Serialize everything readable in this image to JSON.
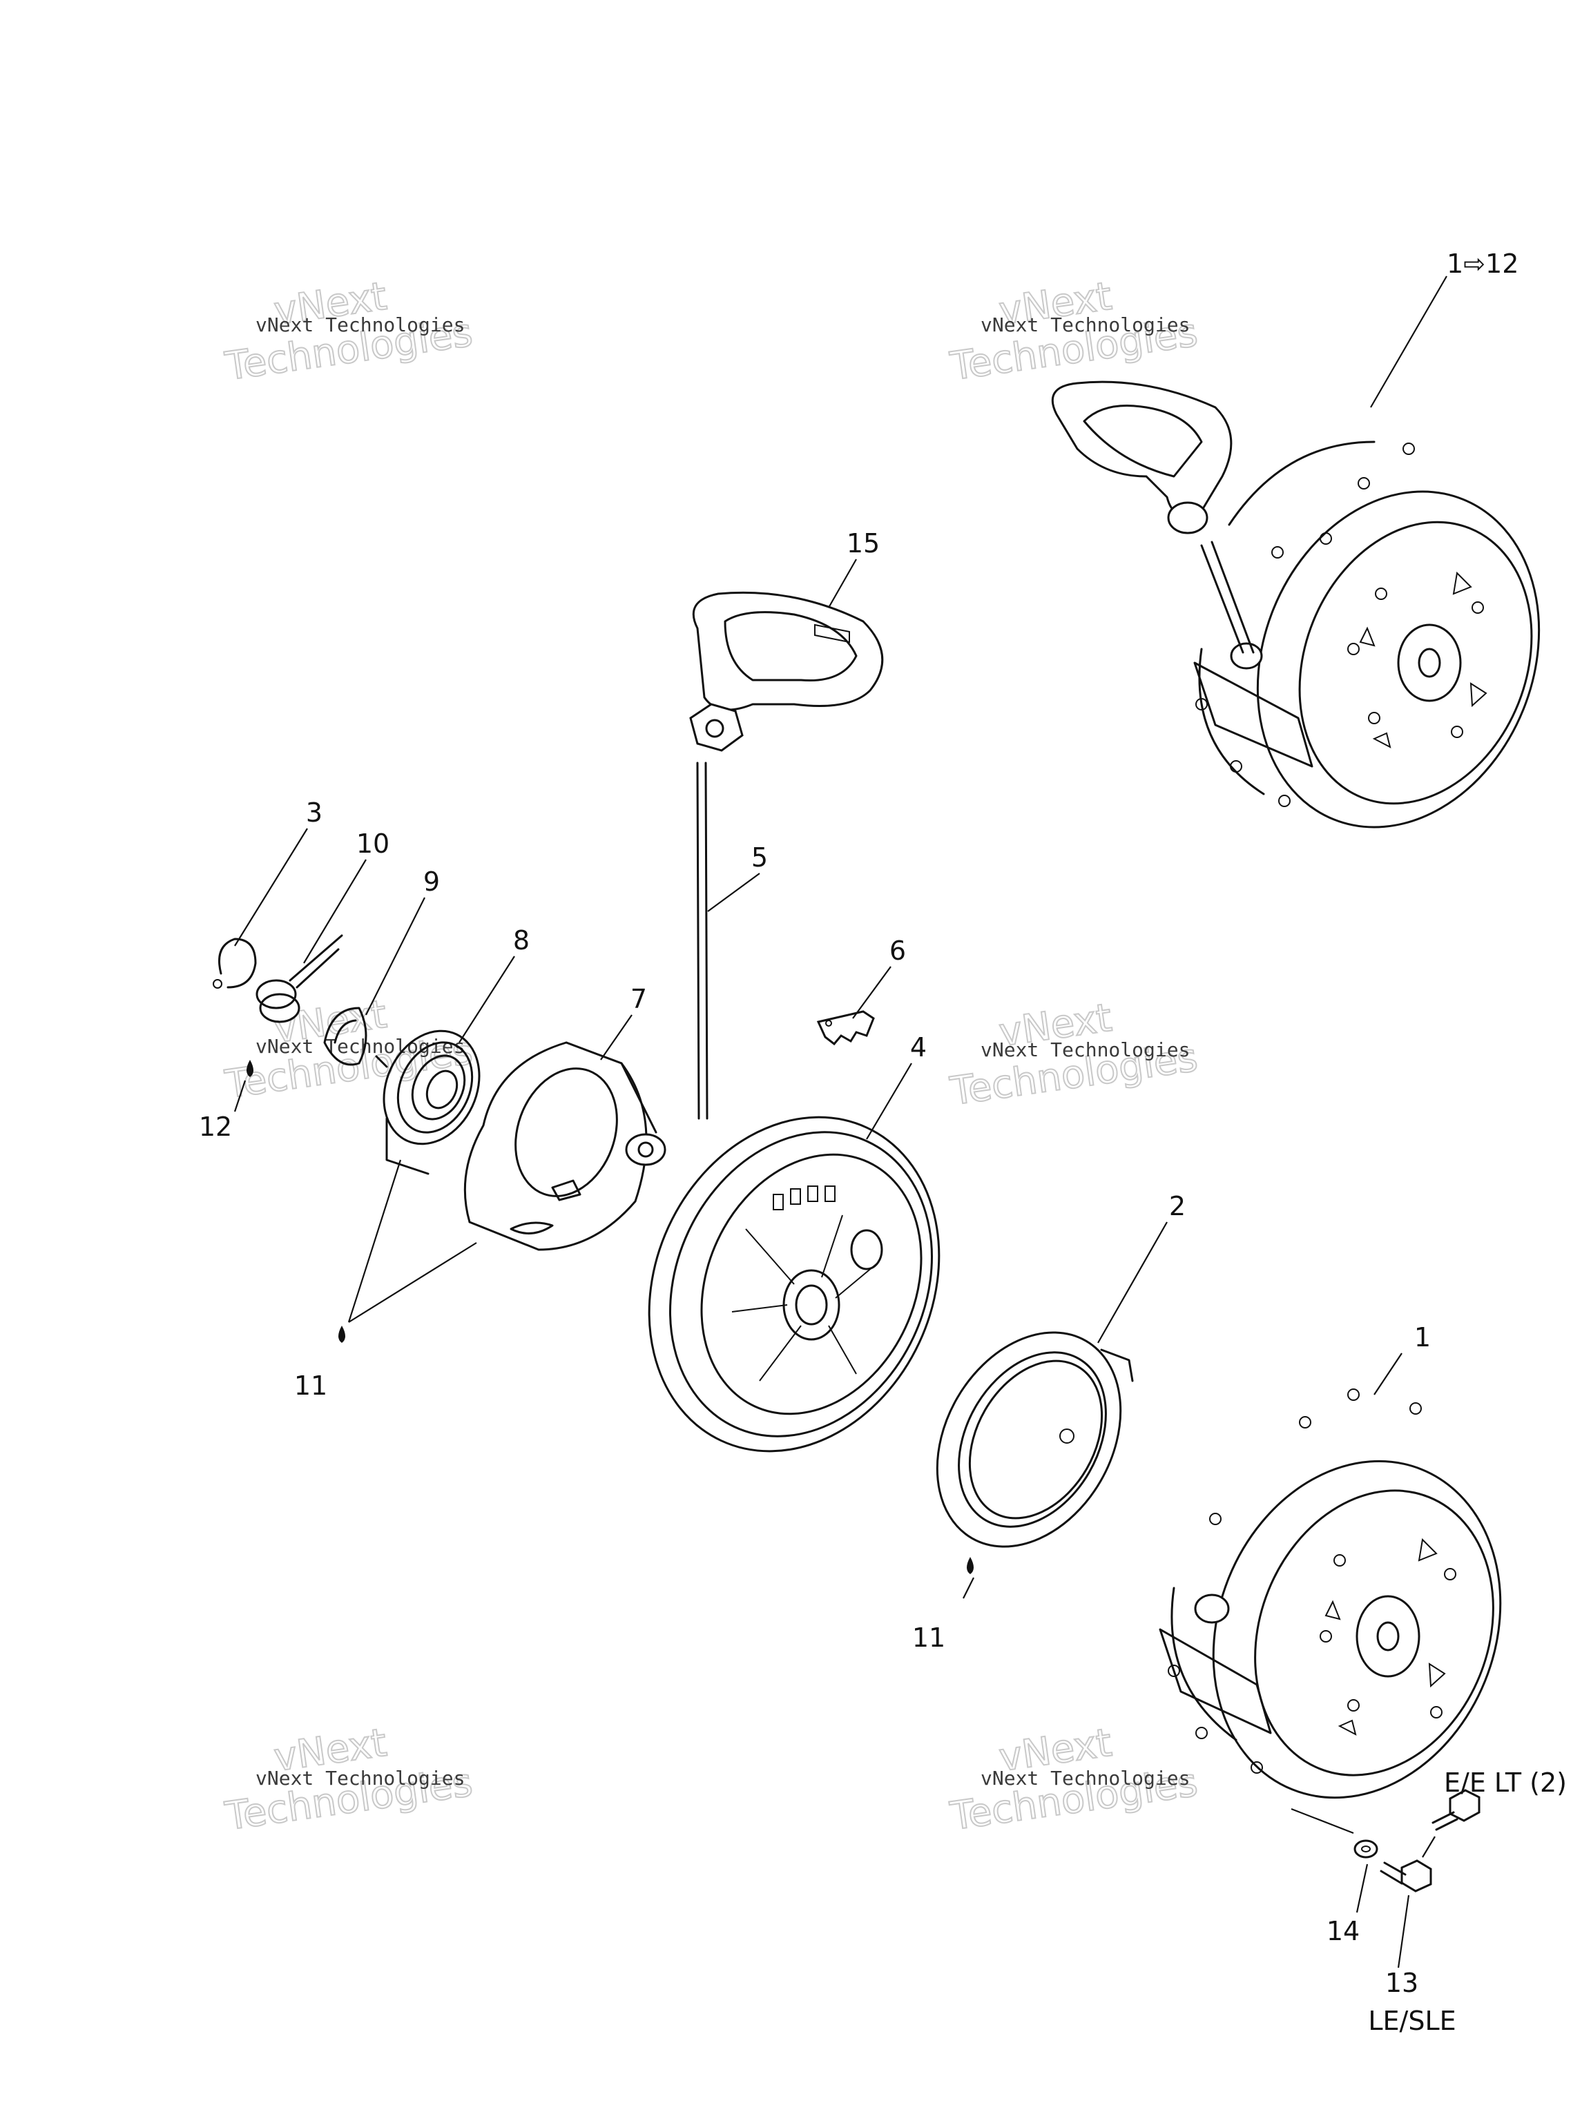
{
  "watermark": {
    "line1": "vNext Technologies",
    "line2": "vNext",
    "line3": "Technologies"
  },
  "callouts": {
    "assembly": "1⇨12",
    "handle": "15",
    "rope": "5",
    "clip": "3",
    "spring_pin": "10",
    "washer": "9",
    "recoil_spring": "8",
    "spring_cover": "7",
    "pawl": "6",
    "sheave": "4",
    "lube_top": "12",
    "lube_left": "11",
    "seal": "2",
    "housing": "1",
    "lube_right": "11",
    "bolt_label": "E/E LT (2)",
    "washer_small": "14",
    "screw": "13",
    "screw_note": "LE/SLE"
  }
}
